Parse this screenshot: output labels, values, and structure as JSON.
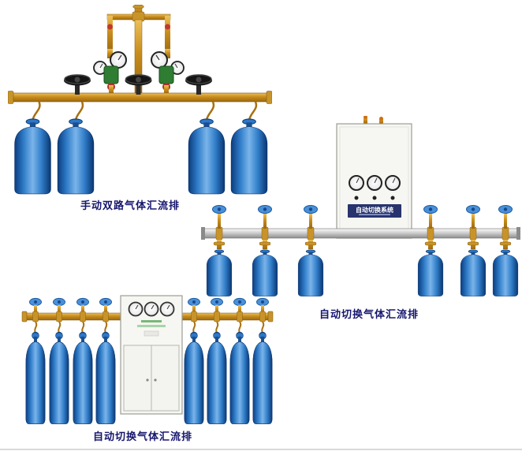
{
  "products": [
    {
      "id": "manual-dual-row",
      "caption": "手动双路气体汇流排"
    },
    {
      "id": "auto-switch-wall",
      "caption": "自动切换气体汇流排",
      "panel_title": "自动切换系统"
    },
    {
      "id": "auto-switch-floor",
      "caption": "自动切换气体汇流排"
    }
  ],
  "colors": {
    "cylinder_blue": "#2f7cc8",
    "brass": "#c88c1c",
    "silver_pipe": "#c9c9c9",
    "cabinet": "#f6f6f2",
    "caption_text": "#16166e",
    "regulator_green": "#2f7d32"
  }
}
